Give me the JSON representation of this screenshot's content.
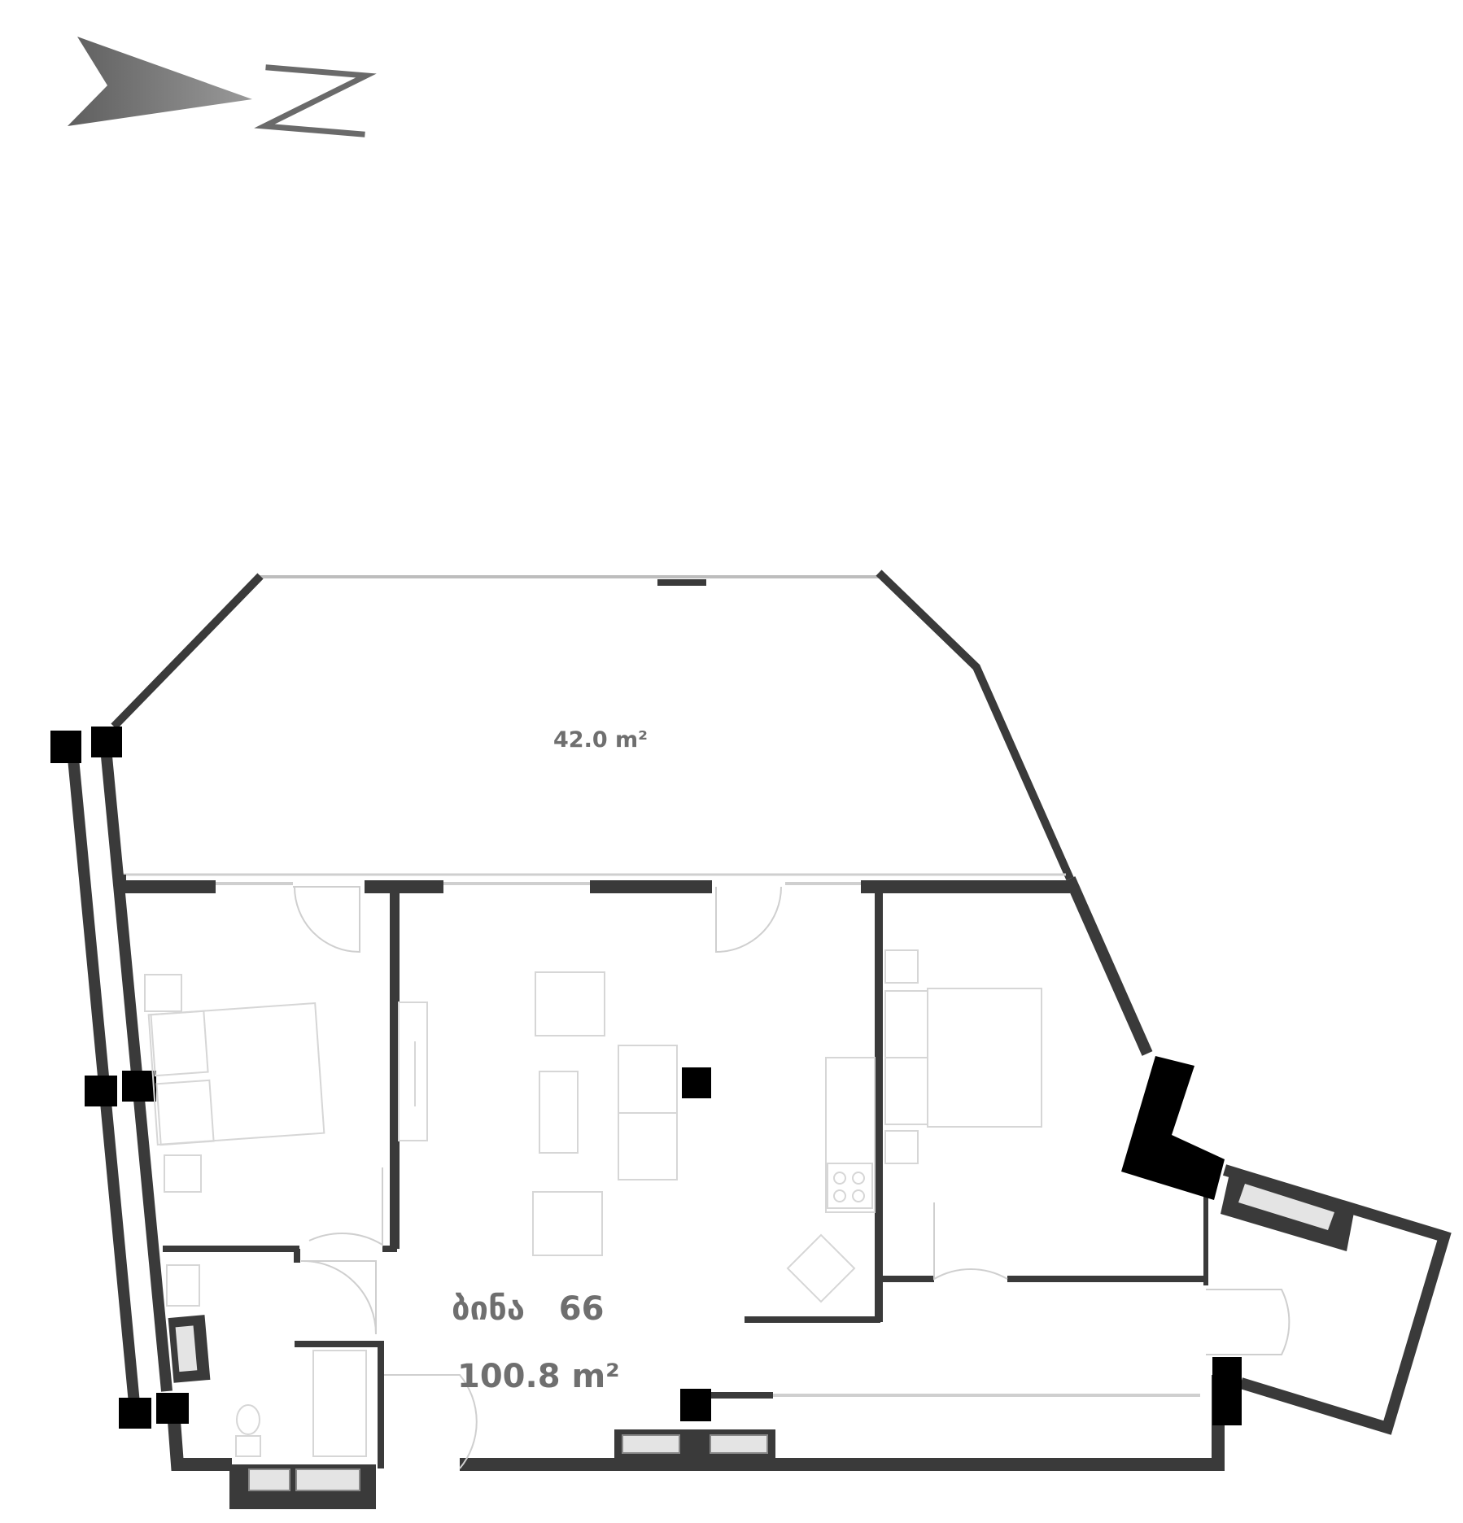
{
  "compass": {
    "letter": "N"
  },
  "terrace": {
    "area_label": "42.0 m²"
  },
  "apartment": {
    "name_label": "ბინა   66",
    "area_label": "100.8 m²"
  },
  "colors": {
    "wall": "#3a3a3a",
    "column": "#000000",
    "window": "#cfcfcf",
    "furniture": "#d6d6d6",
    "text": "#6f6f6f",
    "arrow_dark": "#6a6a6a",
    "arrow_light": "#a8a8a8"
  }
}
